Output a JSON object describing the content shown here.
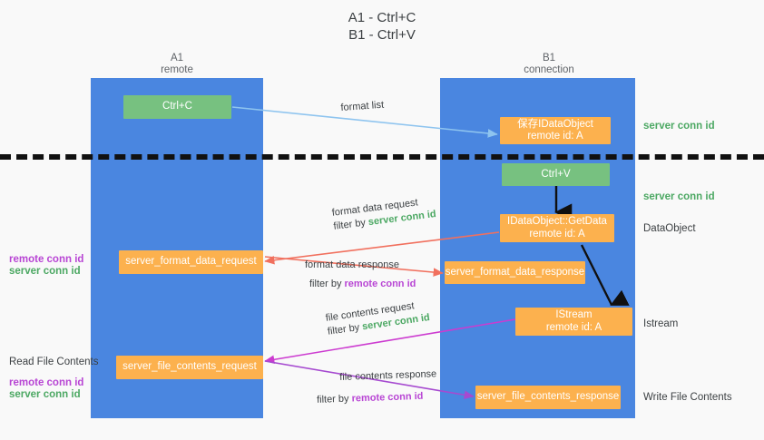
{
  "title": {
    "line1": "A1 - Ctrl+C",
    "line2": "B1 - Ctrl+V"
  },
  "lanes": [
    {
      "name": "A1",
      "subtitle": "remote"
    },
    {
      "name": "B1",
      "subtitle": "connection"
    }
  ],
  "nodes": {
    "ctrl_c": {
      "line1": "Ctrl+C",
      "line2": ""
    },
    "save_dataobject": {
      "line1": "保存IDataObject",
      "line2": "remote id: A"
    },
    "ctrl_v": {
      "line1": "Ctrl+V",
      "line2": ""
    },
    "getdata": {
      "line1": "IDataObject::GetData",
      "line2": "remote id: A"
    },
    "format_data_request": {
      "line1": "server_format_data_request",
      "line2": ""
    },
    "format_data_response": {
      "line1": "server_format_data_response",
      "line2": ""
    },
    "istream": {
      "line1": "IStream",
      "line2": "remote id: A"
    },
    "file_contents_request": {
      "line1": "server_file_contents_request",
      "line2": ""
    },
    "file_contents_response": {
      "line1": "server_file_contents_response",
      "line2": ""
    }
  },
  "edges": {
    "format_list": {
      "label": "format list"
    },
    "format_data_request": {
      "label": "format data request",
      "filter_prefix": "filter by ",
      "filter_token": "server conn id"
    },
    "format_data_response": {
      "label": "format data response",
      "filter_prefix": "filter by ",
      "filter_token": "remote conn id"
    },
    "file_contents_request": {
      "label": "file contents request",
      "filter_prefix": "filter by ",
      "filter_token": "server conn id"
    },
    "file_contents_response": {
      "label": "file contents response",
      "filter_prefix": "filter by ",
      "filter_token": "remote conn id"
    }
  },
  "right_notes": {
    "top_server_conn": "server conn id",
    "mid_server_conn": "server conn id",
    "dataobject": "DataObject",
    "istream": "Istream",
    "write_file_contents": "Write File Contents"
  },
  "left_notes": {
    "format_remote": "remote conn id",
    "format_server": "server conn id",
    "read_file_contents": "Read File Contents",
    "file_remote": "remote conn id",
    "file_server": "server conn id"
  },
  "colors": {
    "lane": "#4a86e0",
    "green_node": "#77c180",
    "orange_node": "#fcb14e",
    "server_token": "#4ca863",
    "remote_token": "#b845d4",
    "arrow_blue": "#8ec4ef",
    "arrow_red": "#f1705e",
    "arrow_magenta": "#cc3bd0",
    "arrow_purple": "#a64ad0",
    "arrow_black": "#101010",
    "divider": "#111111",
    "background": "#f9f9f9"
  }
}
